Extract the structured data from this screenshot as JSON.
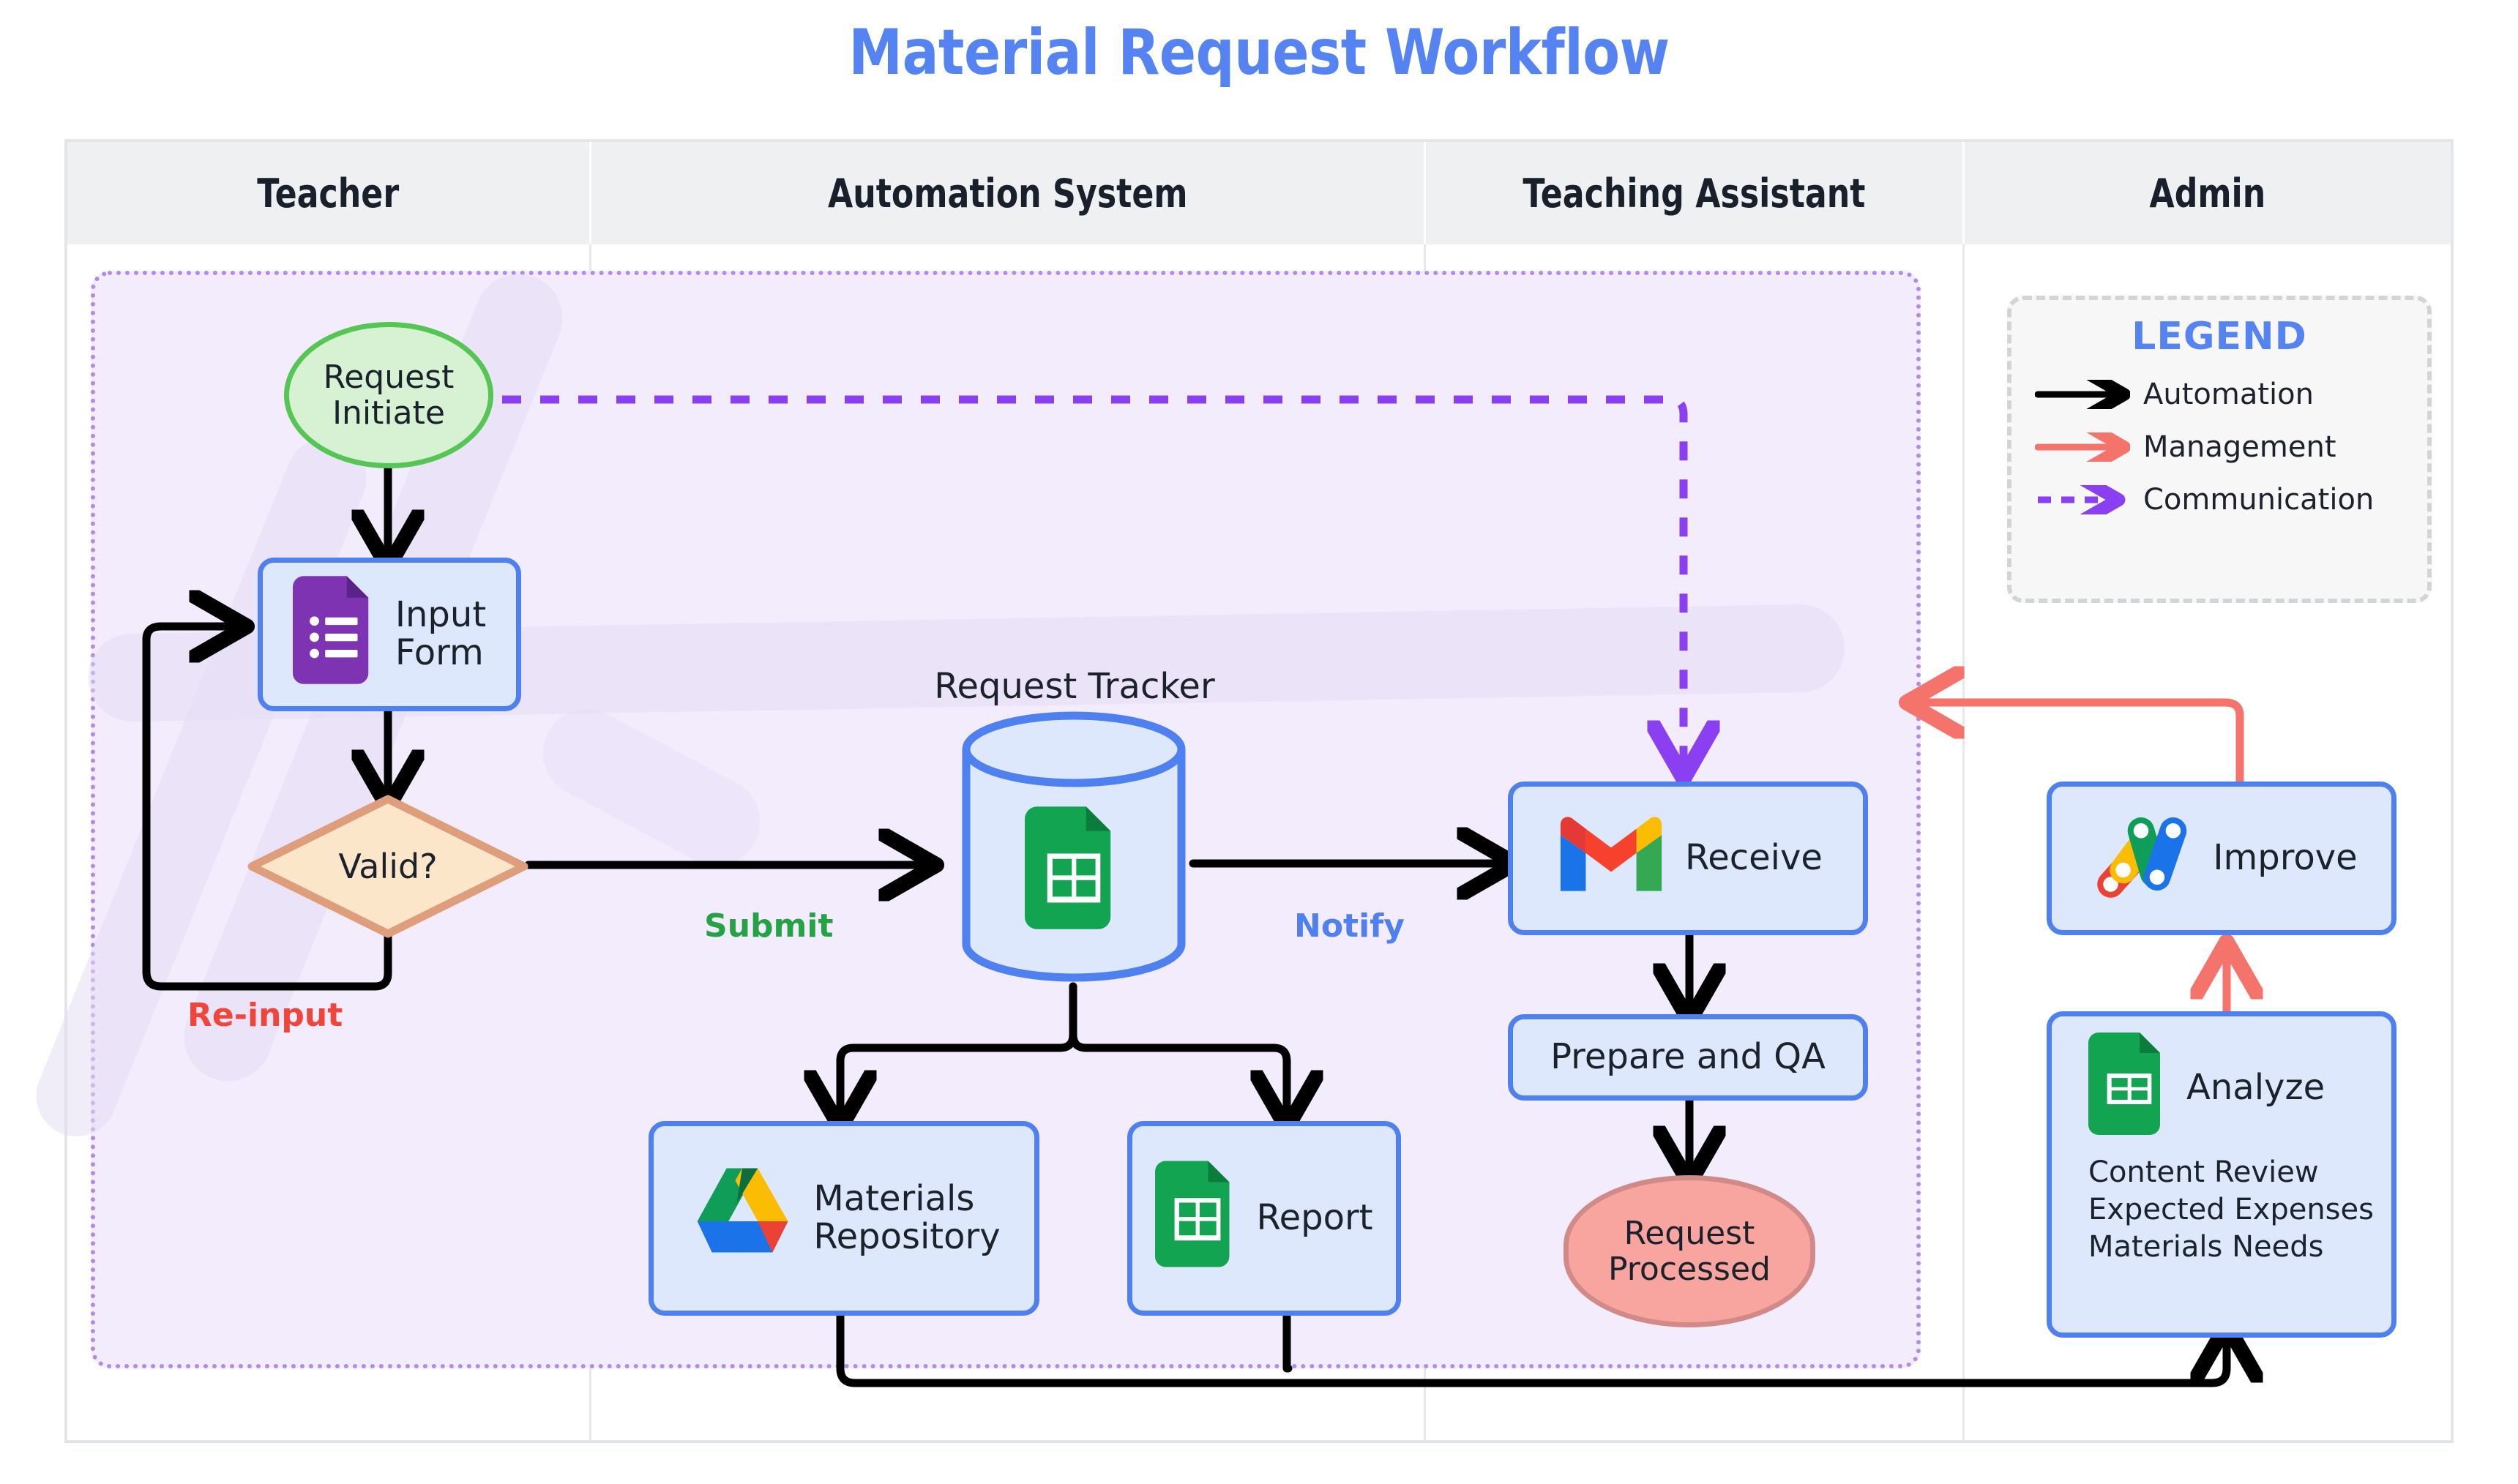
{
  "title": "Material Request Workflow",
  "theme": {
    "title_color": "#5583F2",
    "lane_header_bg": "#eef0f2",
    "group_bg": "#f3ecfd",
    "group_border": "#b08ce8",
    "node_fill": "#dde8fd",
    "node_border": "#4f80f0",
    "start_fill": "#d6f2d3",
    "start_border": "#55c553",
    "end_fill": "#f8a5a0",
    "end_border": "#d08a87",
    "decision_fill": "#fce6c9",
    "decision_border": "#de9e7c",
    "automation_arrow": "#000000",
    "management_arrow": "#f4736b",
    "communication_arrow": "#8a3ff0"
  },
  "lanes": [
    {
      "id": "teacher",
      "label": "Teacher"
    },
    {
      "id": "automation",
      "label": "Automation System"
    },
    {
      "id": "assistant",
      "label": "Teaching Assistant"
    },
    {
      "id": "admin",
      "label": "Admin"
    }
  ],
  "nodes": {
    "request_initiate": {
      "label": "Request\nInitiate",
      "line1": "Request",
      "line2": "Initiate",
      "shape": "ellipse",
      "lane": "teacher"
    },
    "input_form": {
      "label": "Input\nForm",
      "line1": "Input",
      "line2": "Form",
      "shape": "box",
      "icon": "google-forms-icon",
      "lane": "teacher"
    },
    "valid": {
      "label": "Valid?",
      "shape": "diamond",
      "lane": "teacher"
    },
    "request_tracker": {
      "label": "Request Tracker",
      "shape": "cylinder",
      "icon": "google-sheets-icon",
      "lane": "automation"
    },
    "materials_repository": {
      "label": "Materials\nRepository",
      "line1": "Materials",
      "line2": "Repository",
      "shape": "box",
      "icon": "google-drive-icon",
      "lane": "automation"
    },
    "report": {
      "label": "Report",
      "shape": "box",
      "icon": "google-sheets-icon",
      "lane": "automation"
    },
    "receive": {
      "label": "Receive",
      "shape": "box",
      "icon": "gmail-icon",
      "lane": "assistant"
    },
    "prepare_qa": {
      "label": "Prepare and QA",
      "shape": "box",
      "lane": "assistant"
    },
    "request_processed": {
      "label": "Request\nProcessed",
      "line1": "Request",
      "line2": "Processed",
      "shape": "ellipse",
      "lane": "assistant"
    },
    "improve": {
      "label": "Improve",
      "shape": "box",
      "icon": "google-classroom-icon",
      "lane": "admin"
    },
    "analyze": {
      "label": "Analyze",
      "shape": "box",
      "icon": "google-sheets-icon",
      "lane": "admin",
      "details": [
        "Content Review",
        "Expected Expenses",
        "Materials Needs"
      ],
      "details_text": "Content Review\nExpected Expenses\nMaterials Needs"
    }
  },
  "edge_labels": {
    "re_input": {
      "text": "Re-input",
      "color": "#f0453a"
    },
    "submit": {
      "text": "Submit",
      "color": "#25a244"
    },
    "notify": {
      "text": "Notify",
      "color": "#4f80f0"
    }
  },
  "legend": {
    "title": "LEGEND",
    "items": [
      {
        "label": "Automation",
        "color": "#000000",
        "style": "solid"
      },
      {
        "label": "Management",
        "color": "#f4736b",
        "style": "solid"
      },
      {
        "label": "Communication",
        "color": "#8a3ff0",
        "style": "dashed"
      }
    ]
  }
}
